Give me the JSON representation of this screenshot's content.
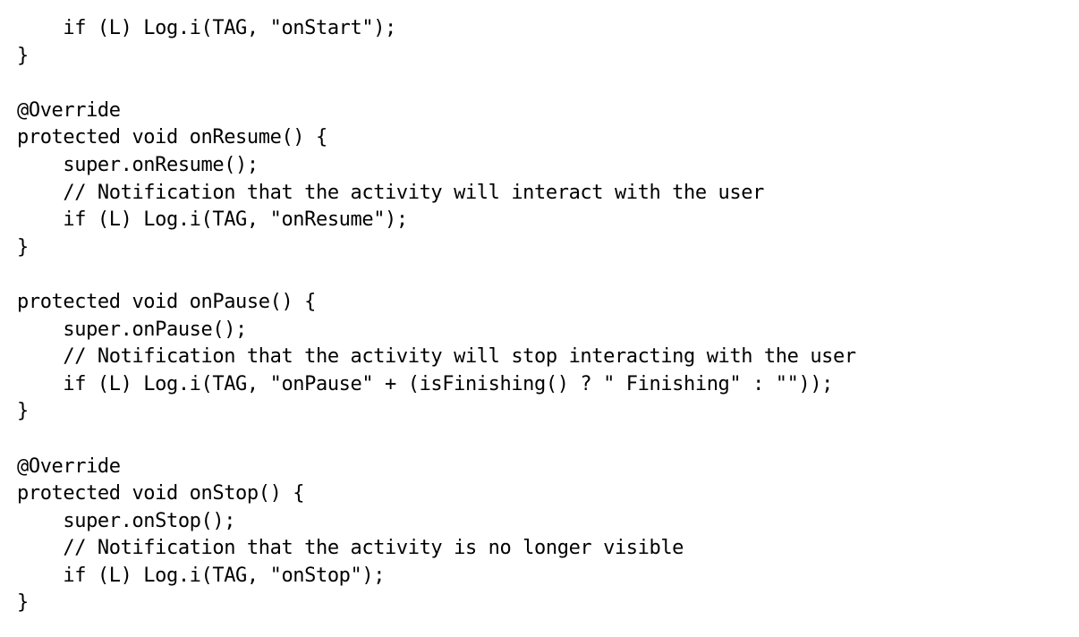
{
  "code": {
    "lines": [
      "    if (L) Log.i(TAG, \"onStart\");",
      "}",
      "",
      "@Override",
      "protected void onResume() {",
      "    super.onResume();",
      "    // Notification that the activity will interact with the user",
      "    if (L) Log.i(TAG, \"onResume\");",
      "}",
      "",
      "protected void onPause() {",
      "    super.onPause();",
      "    // Notification that the activity will stop interacting with the user",
      "    if (L) Log.i(TAG, \"onPause\" + (isFinishing() ? \" Finishing\" : \"\"));",
      "}",
      "",
      "@Override",
      "protected void onStop() {",
      "    super.onStop();",
      "    // Notification that the activity is no longer visible",
      "    if (L) Log.i(TAG, \"onStop\");",
      "}"
    ]
  }
}
